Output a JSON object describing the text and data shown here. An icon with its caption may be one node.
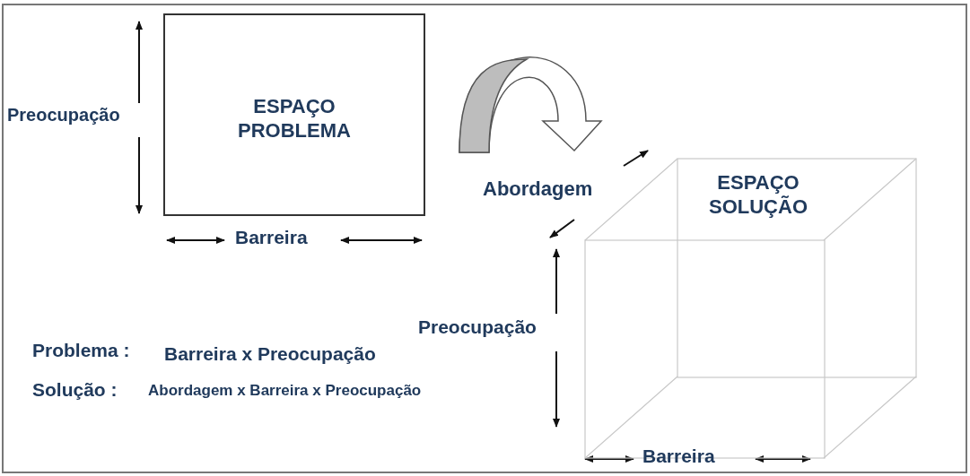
{
  "diagram": {
    "nodes": [
      {
        "text": [
          "ESPAÇO PROBLEMA"
        ]
      },
      {
        "text": [
          "ESPAÇO SOLUÇÃO"
        ]
      }
    ],
    "edges": [
      {
        "from": 0,
        "to": 1,
        "arrow": "to"
      }
    ],
    "labels": [
      "Preocupação",
      "Barreira",
      "Abordagem",
      "Preocupação",
      "Problema :",
      "Barreira x Preocupação",
      "Solução :",
      "Abordagem x Barreira x Preocupação",
      "Barreira"
    ]
  }
}
